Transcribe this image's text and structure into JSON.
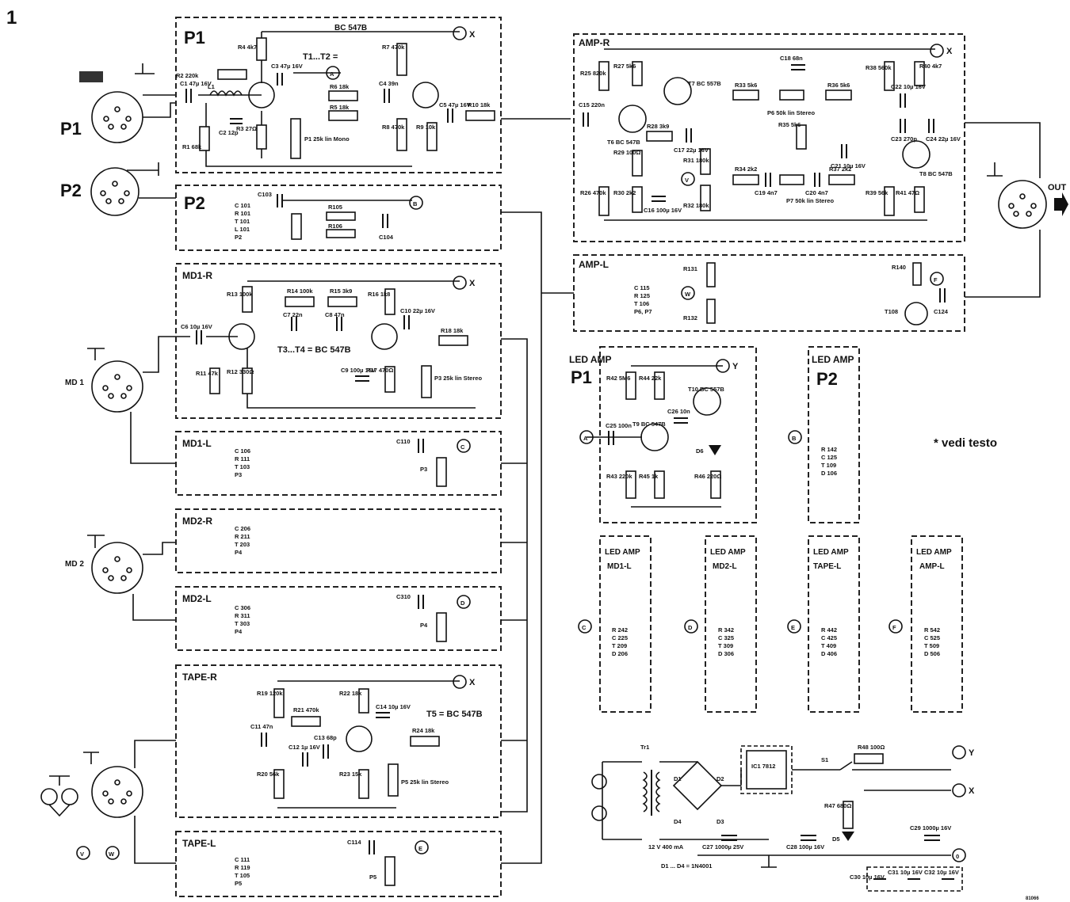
{
  "figure": {
    "number": "1",
    "note": "* vedi testo",
    "corner_code": "81066"
  },
  "blocks": {
    "p1": {
      "title": "P1",
      "transistor": "BC 547B",
      "group_note": "T1...T2 =",
      "caps": [
        "C1 47µ 16V",
        "C2 12p",
        "C3 47µ 16V",
        "C4 39n",
        "C5 47µ 16V"
      ],
      "res": [
        "R1 68k",
        "R2 220k",
        "R3 27Ω",
        "R4 4k7",
        "R5 18k",
        "R6 18k",
        "R7 470k",
        "R8 470k",
        "R9 10k",
        "R10 18k"
      ],
      "pot": "P1 25k lin Mono",
      "coil": "L1"
    },
    "p2": {
      "title": "P2",
      "parts": [
        "C 101",
        "R 101",
        "T 101",
        "L 101",
        "P2"
      ],
      "caps": [
        "C103",
        "C104"
      ],
      "res": [
        "R105",
        "R106"
      ]
    },
    "md1r": {
      "title": "MD1-R",
      "group_note": "T3...T4 = BC 547B",
      "res": [
        "R11 47k",
        "R12 330Ω",
        "R13 100k",
        "R14 100k",
        "R15 3k9",
        "R16 1k8",
        "R17 470Ω",
        "R18 18k"
      ],
      "caps": [
        "C6 10µ 16V",
        "C7 22n",
        "C8 47n",
        "C9 100µ 16V",
        "C10 22µ 16V"
      ],
      "pot": "P3 25k lin Stereo"
    },
    "md1l": {
      "title": "MD1-L",
      "parts": [
        "C 106",
        "R 111",
        "T 103",
        "P3"
      ],
      "cap": "C110",
      "pot": "P3"
    },
    "md2r": {
      "title": "MD2-R",
      "parts": [
        "C 206",
        "R 211",
        "T 203",
        "P4"
      ]
    },
    "md2l": {
      "title": "MD2-L",
      "parts": [
        "C 306",
        "R 311",
        "T 303",
        "P4"
      ],
      "cap": "C310",
      "pot": "P4"
    },
    "taper": {
      "title": "TAPE-R",
      "group_note": "T5 = BC 547B",
      "res": [
        "R19 120k",
        "R20 56k",
        "R21 470k",
        "R22 18k",
        "R23 15k",
        "R24 18k"
      ],
      "caps": [
        "C11 47n",
        "C12 1µ 16V",
        "C13 68p",
        "C14 10µ 16V"
      ],
      "pot": "P5 25k lin Stereo"
    },
    "tapel": {
      "title": "TAPE-L",
      "parts": [
        "C 111",
        "R 119",
        "T 105",
        "P5"
      ],
      "cap": "C114",
      "pot": "P5"
    },
    "ampr": {
      "title": "AMP-R",
      "transistors": [
        "T6 BC 547B",
        "T7 BC 557B",
        "T8 BC 547B"
      ],
      "res": [
        "R25 820k",
        "R26 470k",
        "R27 5k6",
        "R28 3k9",
        "R29 100Ω",
        "R30 2k2",
        "R31 180k",
        "R32 180k",
        "R33 5k6",
        "R34 2k2",
        "R35 5k6",
        "R36 5k6",
        "R37 2k2",
        "R38 560k",
        "R39 56k",
        "R40 4k7",
        "R41 47Ω"
      ],
      "caps": [
        "C15 220n",
        "C16 100µ 16V",
        "C17 22µ 16V",
        "C18 68n",
        "C19 4n7",
        "C20 4n7",
        "C21 10µ 16V",
        "C22 10µ 16V",
        "C23 270p",
        "C24 22µ 16V"
      ],
      "pots": [
        "P6 50k lin Stereo",
        "P7 50k lin Stereo"
      ]
    },
    "ampl": {
      "title": "AMP-L",
      "parts": [
        "C 115",
        "R 125",
        "T 106",
        "P6, P7"
      ],
      "labels": [
        "R131",
        "R132",
        "R140",
        "T108",
        "C124"
      ]
    },
    "ledamp1": {
      "title": "LED AMP",
      "sub": "P1",
      "res": [
        "R42 5M6",
        "R43 220k",
        "R44 22k",
        "R45 1k",
        "R46 220Ω"
      ],
      "caps": [
        "C25 100n",
        "C26 10n"
      ],
      "trans": [
        "T9 BC 547B",
        "T10 BC 557B"
      ],
      "led": "D6"
    },
    "ledamp2": {
      "title": "LED AMP",
      "sub": "P2",
      "parts": [
        "R 142",
        "C 125",
        "T 109",
        "D 106"
      ]
    },
    "ledmd1l": {
      "title": "LED AMP",
      "sub": "MD1-L",
      "parts": [
        "R 242",
        "C 225",
        "T 209",
        "D 206"
      ]
    },
    "ledmd2l": {
      "title": "LED AMP",
      "sub": "MD2-L",
      "parts": [
        "R 342",
        "C 325",
        "T 309",
        "D 306"
      ]
    },
    "ledtapel": {
      "title": "LED AMP",
      "sub": "TAPE-L",
      "parts": [
        "R 442",
        "C 425",
        "T 409",
        "D 406"
      ]
    },
    "ledampl": {
      "title": "LED AMP",
      "sub": "AMP-L",
      "parts": [
        "R 542",
        "C 525",
        "T 509",
        "D 506"
      ]
    }
  },
  "nodes": {
    "A": "A",
    "B": "B",
    "C": "C",
    "D": "D",
    "E": "E",
    "F": "F",
    "V": "V",
    "W": "W",
    "X": "X",
    "Y": "Y",
    "zero": "0"
  },
  "inputs": {
    "p1": "P1",
    "p2": "P2",
    "md1": "MD 1",
    "md2": "MD 2",
    "out": "OUT"
  },
  "psu": {
    "tr": "Tr1",
    "tr_rating": "12 V 400 mA",
    "diodes": [
      "D1",
      "D2",
      "D3",
      "D4"
    ],
    "diode_note": "D1 ... D4 = 1N4001",
    "ic": "IC1 7812",
    "switch": "S1",
    "r48": "R48 100Ω",
    "r47": "R47 680Ω",
    "led": "D5",
    "caps": [
      "C27 1000µ 25V",
      "C28 100µ 16V",
      "C29 1000µ 16V",
      "C30 10µ 16V",
      "C31 10µ 16V",
      "C32 10µ 16V"
    ]
  }
}
